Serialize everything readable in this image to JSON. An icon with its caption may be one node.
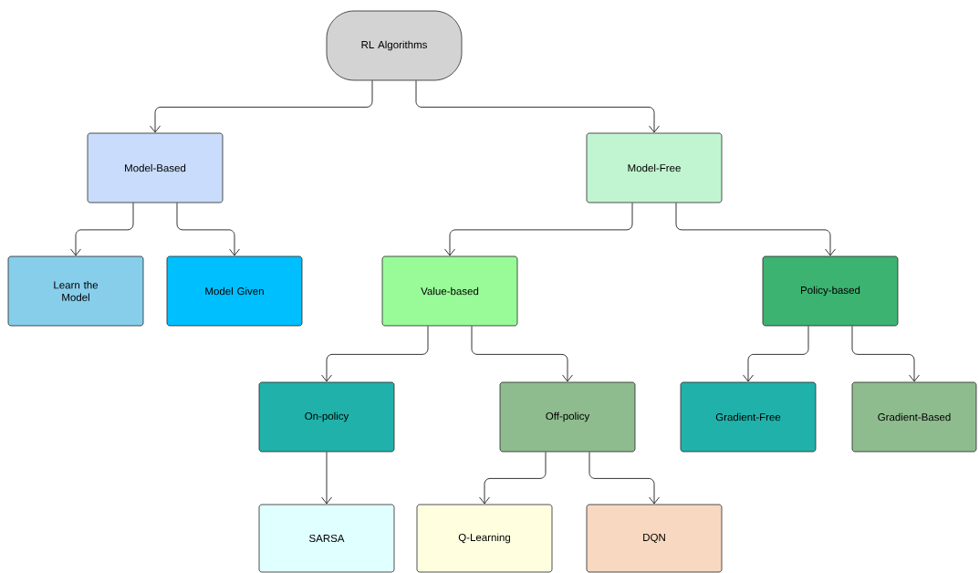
{
  "diagram": {
    "nodes": [
      {
        "text": [
          "RL Algorithms"
        ]
      },
      {
        "text": [
          "Model-Based"
        ]
      },
      {
        "text": [
          "Model-Free"
        ]
      },
      {
        "text": [
          "Learn the Model"
        ]
      },
      {
        "text": [
          "Model Given"
        ]
      },
      {
        "text": [
          "Value-based"
        ]
      },
      {
        "text": [
          "Policy-based"
        ]
      },
      {
        "text": [
          "On-policy"
        ]
      },
      {
        "text": [
          "Off-policy"
        ]
      },
      {
        "text": [
          "Gradient-Free"
        ]
      },
      {
        "text": [
          "Gradient-Based"
        ]
      },
      {
        "text": [
          "SARSA"
        ]
      },
      {
        "text": [
          "Q-Learning"
        ]
      },
      {
        "text": [
          "DQN"
        ]
      }
    ],
    "edges": [
      {
        "from": 0,
        "to": 1,
        "arrow": "to"
      },
      {
        "from": 0,
        "to": 2,
        "arrow": "to"
      },
      {
        "from": 1,
        "to": 3,
        "arrow": "to"
      },
      {
        "from": 1,
        "to": 4,
        "arrow": "to"
      },
      {
        "from": 2,
        "to": 5,
        "arrow": "to"
      },
      {
        "from": 2,
        "to": 6,
        "arrow": "to"
      },
      {
        "from": 5,
        "to": 7,
        "arrow": "to"
      },
      {
        "from": 5,
        "to": 8,
        "arrow": "to"
      },
      {
        "from": 6,
        "to": 9,
        "arrow": "to"
      },
      {
        "from": 6,
        "to": 10,
        "arrow": "to"
      },
      {
        "from": 7,
        "to": 11,
        "arrow": "to"
      },
      {
        "from": 8,
        "to": 12,
        "arrow": "to"
      },
      {
        "from": 8,
        "to": 13,
        "arrow": "to"
      }
    ]
  }
}
